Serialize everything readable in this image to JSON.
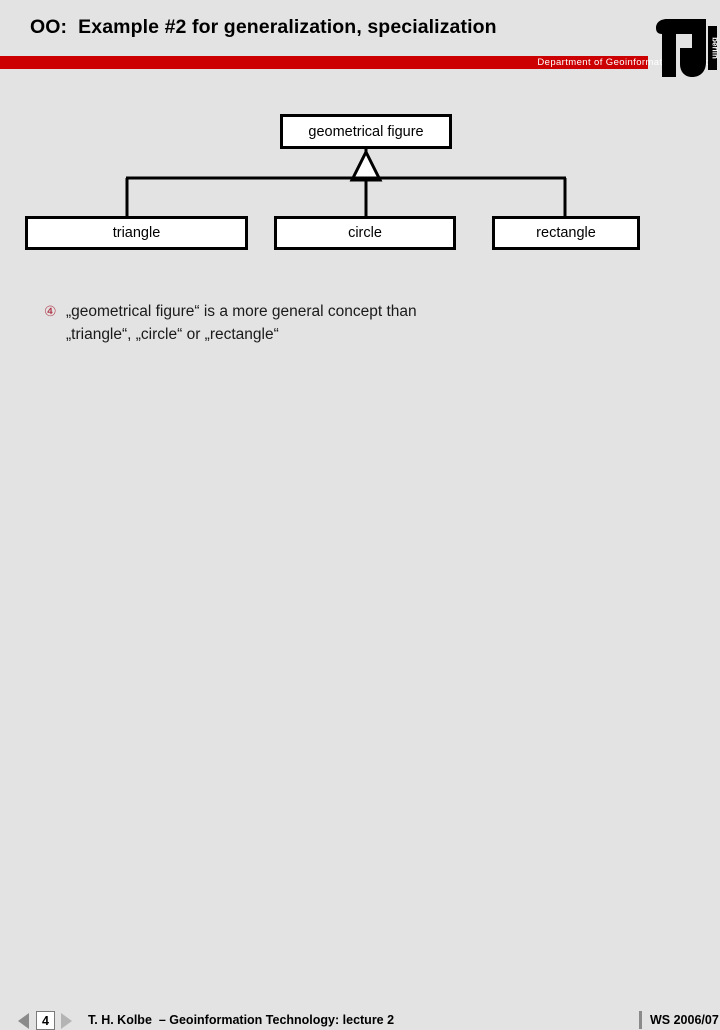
{
  "header": {
    "title": "OO:  Example #2 for generalization, specialization",
    "department": "Department of Geoinformation Science",
    "accent_color": "#cc0000",
    "background_color": "#e3e3e3",
    "logo": {
      "name": "tu-berlin-logo",
      "wordmark": "berlin"
    }
  },
  "diagram": {
    "type": "uml-generalization",
    "parent": {
      "label": "geometrical figure"
    },
    "children": [
      {
        "label": "triangle"
      },
      {
        "label": "circle"
      },
      {
        "label": "rectangle"
      }
    ]
  },
  "body": {
    "bullets": [
      {
        "marker": "④",
        "marker_color": "#b0384a",
        "text": "„geometrical figure“ is a more general concept than\n„triangle“, „circle“ or „rectangle“"
      }
    ]
  },
  "footer": {
    "prev_icon": "triangle-left-icon",
    "next_icon": "triangle-right-icon",
    "page_number": "4",
    "credit": "T. H. Kolbe  – Geoinformation Technology: lecture 2",
    "term": "WS 2006/07"
  }
}
